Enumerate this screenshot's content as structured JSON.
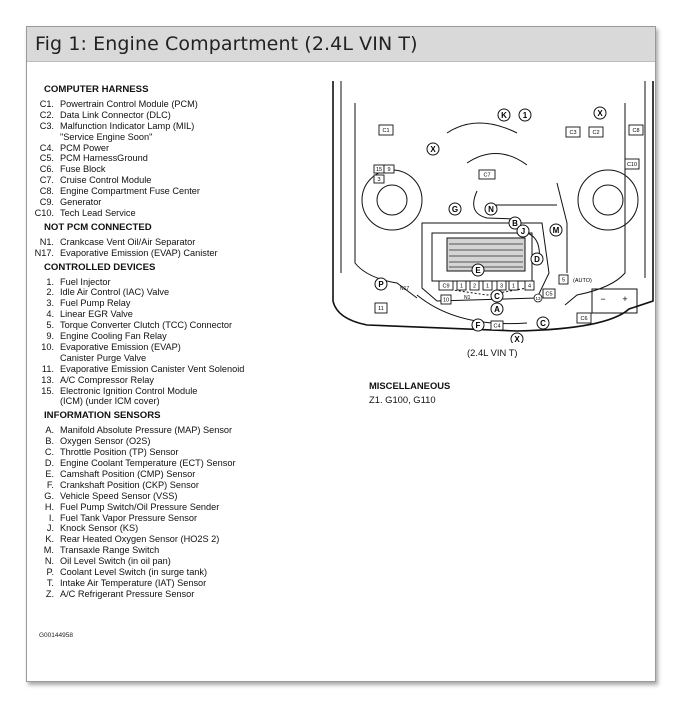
{
  "title": "Fig 1: Engine Compartment (2.4L VIN T)",
  "sections": [
    {
      "heading": "COMPUTER HARNESS",
      "items": [
        {
          "code": "C1.",
          "text": "Powertrain Control Module (PCM)"
        },
        {
          "code": "C2.",
          "text": "Data Link Connector (DLC)"
        },
        {
          "code": "C3.",
          "text": "Malfunction Indicator Lamp (MIL)",
          "sub": "\"Service Engine Soon\""
        },
        {
          "code": "C4.",
          "text": "PCM Power"
        },
        {
          "code": "C5.",
          "text": "PCM HarnessGround"
        },
        {
          "code": "C6.",
          "text": "Fuse Block"
        },
        {
          "code": "C7.",
          "text": "Cruise Control Module"
        },
        {
          "code": "C8.",
          "text": "Engine Compartment Fuse Center"
        },
        {
          "code": "C9.",
          "text": "Generator"
        },
        {
          "code": "C10.",
          "text": "Tech Lead Service"
        }
      ]
    },
    {
      "heading": "NOT PCM CONNECTED",
      "items": [
        {
          "code": "N1.",
          "text": "Crankcase Vent Oil/Air Separator"
        },
        {
          "code": "N17.",
          "text": "Evaporative Emission (EVAP) Canister"
        }
      ]
    },
    {
      "heading": "CONTROLLED DEVICES",
      "items": [
        {
          "code": "1.",
          "text": "Fuel Injector"
        },
        {
          "code": "2.",
          "text": "Idle Air Control (IAC) Valve"
        },
        {
          "code": "3.",
          "text": "Fuel Pump Relay"
        },
        {
          "code": "4.",
          "text": "Linear EGR Valve"
        },
        {
          "code": "5.",
          "text": "Torque Converter Clutch (TCC) Connector"
        },
        {
          "code": "9.",
          "text": "Engine Cooling Fan Relay"
        },
        {
          "code": "10.",
          "text": "Evaporative Emission (EVAP)",
          "sub": "Canister Purge Valve"
        },
        {
          "code": "11.",
          "text": "Evaporative Emission Canister Vent Solenoid"
        },
        {
          "code": "13.",
          "text": "A/C Compressor Relay"
        },
        {
          "code": "15.",
          "text": "Electronic Ignition Control Module",
          "sub": "(ICM) (under ICM cover)"
        }
      ]
    },
    {
      "heading": "INFORMATION SENSORS",
      "items": [
        {
          "code": "A.",
          "text": "Manifold Absolute Pressure (MAP) Sensor"
        },
        {
          "code": "B.",
          "text": "Oxygen Sensor (O2S)"
        },
        {
          "code": "C.",
          "text": "Throttle Position (TP) Sensor"
        },
        {
          "code": "D.",
          "text": "Engine Coolant Temperature (ECT) Sensor"
        },
        {
          "code": "E.",
          "text": "Camshaft Position (CMP) Sensor"
        },
        {
          "code": "F.",
          "text": "Crankshaft Position (CKP) Sensor"
        },
        {
          "code": "G.",
          "text": "Vehicle Speed Sensor (VSS)"
        },
        {
          "code": "H.",
          "text": "Fuel Pump Switch/Oil Pressure Sender"
        },
        {
          "code": "I.",
          "text": "Fuel Tank Vapor Pressure Sensor"
        },
        {
          "code": "J.",
          "text": "Knock Sensor (KS)"
        },
        {
          "code": "K.",
          "text": "Rear Heated Oxygen Sensor (HO2S 2)"
        },
        {
          "code": "M.",
          "text": "Transaxle Range Switch"
        },
        {
          "code": "N.",
          "text": "Oil Level Switch (in oil pan)"
        },
        {
          "code": "P.",
          "text": "Coolant Level Switch (in surge tank)"
        },
        {
          "code": "T.",
          "text": "Intake Air Temperature (IAT) Sensor"
        },
        {
          "code": "Z.",
          "text": "A/C Refrigerant Pressure Sensor"
        }
      ]
    }
  ],
  "figure_id": "G00144958",
  "diagram": {
    "caption": "(2.4L VIN T)",
    "circle_labels": [
      "K",
      "1",
      "X",
      "X",
      "G",
      "N",
      "B",
      "J",
      "M",
      "D",
      "E",
      "P",
      "C",
      "A",
      "F",
      "C",
      "X"
    ],
    "box_labels": [
      "C1",
      "C3",
      "C2",
      "C8",
      "C10",
      "15",
      "9",
      "3",
      "C7",
      "C9",
      "10",
      "11",
      "1",
      "2",
      "1",
      "3",
      "1",
      "4",
      "C5",
      "C6",
      "C4",
      "5"
    ],
    "n17_label": "N17",
    "n1_label": "N1",
    "auto_label": "(AUTO)",
    "battery_minus": "−",
    "battery_plus": "+",
    "small_circle_13": "13"
  },
  "misc": {
    "heading": "MISCELLANEOUS",
    "text": "Z1.  G100, G110"
  }
}
